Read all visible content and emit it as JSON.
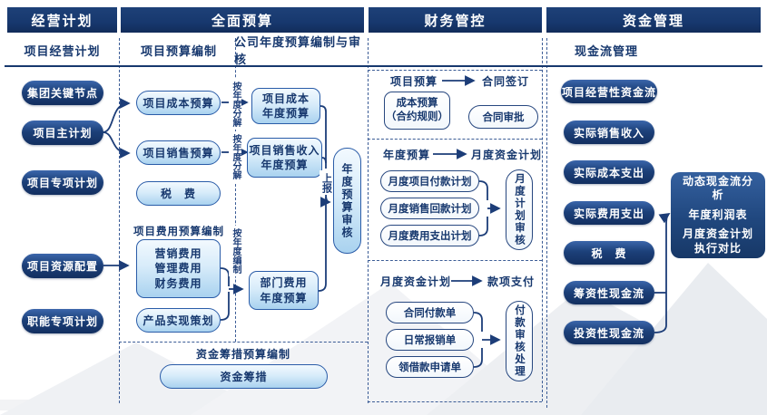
{
  "plan": {
    "header": "经营计划",
    "subheader": "项目经营计划",
    "pills": [
      "集团关键节点",
      "项目主计划",
      "项目专项计划",
      "项目资源配置",
      "职能专项计划"
    ]
  },
  "budget": {
    "header": "全面预算",
    "sub_left": "项目预算编制",
    "sub_right": "公司年度预算编制与审核",
    "cost_pill": "项目成本预算",
    "sales_pill": "项目销售预算",
    "tax_pill": "税　费",
    "fee_label": "项目费用预算编制",
    "fee_items": [
      "营销费用",
      "管理费用",
      "财务费用"
    ],
    "product_pill": "产品实现策划",
    "by_year_split": "按年度分解",
    "by_year_make": "按年度编制",
    "annual_cost": {
      "l1": "项目成本",
      "l2": "年度预算"
    },
    "annual_sales": {
      "l1": "项目销售收入",
      "l2": "年度预算"
    },
    "annual_dept": {
      "l1": "部门费用",
      "l2": "年度预算"
    },
    "submit": "上报",
    "review": "年度预算审核",
    "raise_label": "资金筹措预算编制",
    "raise_pill": "资金筹措"
  },
  "control": {
    "header": "财务管控",
    "sections": [
      {
        "from": "项目预算",
        "to": "合同签订",
        "box": {
          "l1": "成本预算",
          "l2": "（合约规则）"
        },
        "pill": "合同审批"
      },
      {
        "from": "年度预算",
        "to": "月度资金计划",
        "pills": [
          "月度项目付款计划",
          "月度销售回款计划",
          "月度费用支出计划"
        ],
        "review": "月度计划审核"
      },
      {
        "from": "月度资金计划",
        "to": "款项支付",
        "pills": [
          "合同付款单",
          "日常报销单",
          "领借款申请单"
        ],
        "review": "付款审核处理"
      }
    ]
  },
  "fund": {
    "header": "资金管理",
    "subheader": "现金流管理",
    "pills": [
      "项目经营性资金流",
      "实际销售收入",
      "实际成本支出",
      "实际费用支出",
      "税　费",
      "筹资性现金流",
      "投资性现金流"
    ],
    "analysis": [
      "动态现金流分析",
      "年度利润表",
      "月度资金计划执行对比"
    ]
  }
}
